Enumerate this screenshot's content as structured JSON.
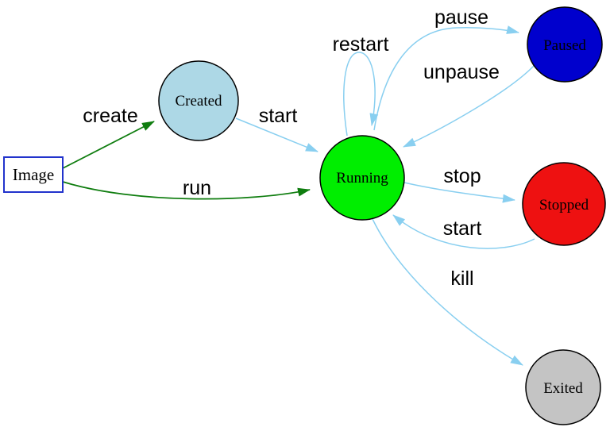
{
  "diagram": {
    "type": "state-diagram",
    "colors": {
      "background": "#FFFFFF",
      "edge_blue": "#89CFF0",
      "edge_green": "#0F7D0F",
      "node_border": "#000000",
      "text": "#000000"
    },
    "nodes": {
      "image": {
        "label": "Image",
        "shape": "rect",
        "color": "#FFFFFF",
        "border": "#2233CC"
      },
      "created": {
        "label": "Created",
        "shape": "circle",
        "color": "#ADD8E6"
      },
      "running": {
        "label": "Running",
        "shape": "circle",
        "color": "#00EE00"
      },
      "paused": {
        "label": "Paused",
        "shape": "circle",
        "color": "#0000CD"
      },
      "stopped": {
        "label": "Stopped",
        "shape": "circle",
        "color": "#EE1111"
      },
      "exited": {
        "label": "Exited",
        "shape": "circle",
        "color": "#C4C4C4"
      }
    },
    "edges": {
      "create": {
        "label": "create",
        "from": "image",
        "to": "created",
        "color": "#0F7D0F"
      },
      "run": {
        "label": "run",
        "from": "image",
        "to": "running",
        "color": "#0F7D0F"
      },
      "start_from_created": {
        "label": "start",
        "from": "created",
        "to": "running",
        "color": "#89CFF0"
      },
      "restart": {
        "label": "restart",
        "from": "running",
        "to": "running",
        "color": "#89CFF0"
      },
      "pause": {
        "label": "pause",
        "from": "running",
        "to": "paused",
        "color": "#89CFF0"
      },
      "unpause": {
        "label": "unpause",
        "from": "paused",
        "to": "running",
        "color": "#89CFF0"
      },
      "stop": {
        "label": "stop",
        "from": "running",
        "to": "stopped",
        "color": "#89CFF0"
      },
      "start_from_stopped": {
        "label": "start",
        "from": "stopped",
        "to": "running",
        "color": "#89CFF0"
      },
      "kill": {
        "label": "kill",
        "from": "running",
        "to": "exited",
        "color": "#89CFF0"
      }
    }
  }
}
